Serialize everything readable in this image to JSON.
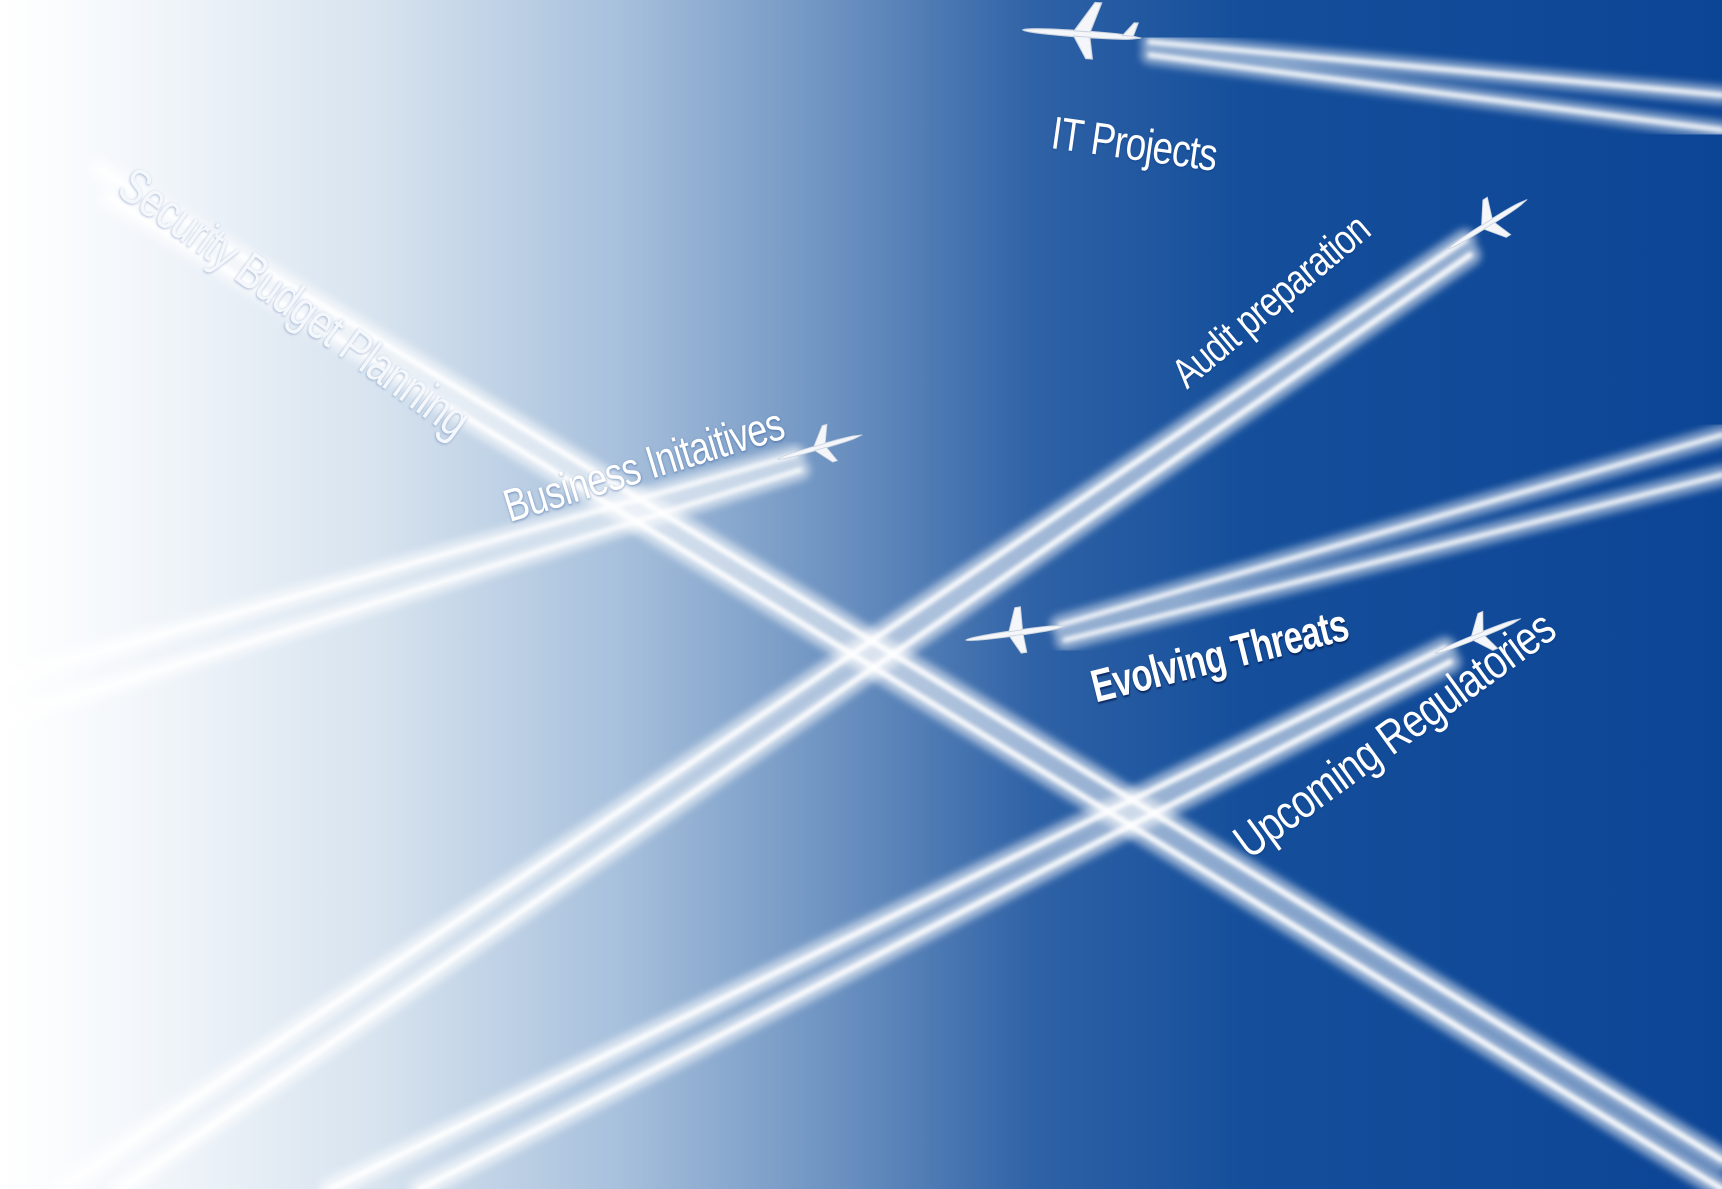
{
  "labels": {
    "security_budget_planning": "Security Budget Planning",
    "business_initiatives": "Business Initaitives",
    "it_projects": "IT Projects",
    "audit_preparation": "Audit preparation",
    "evolving_threats": "Evolving Threats",
    "upcoming_regulatories": "Upcoming Regulatories"
  },
  "colors": {
    "sky_light": "#ffffff",
    "sky_mid": "#8fb0d2",
    "sky_deep": "#0f4a97",
    "contrail": "#ffffff"
  },
  "icons": [
    "airplane-icon",
    "contrail"
  ]
}
